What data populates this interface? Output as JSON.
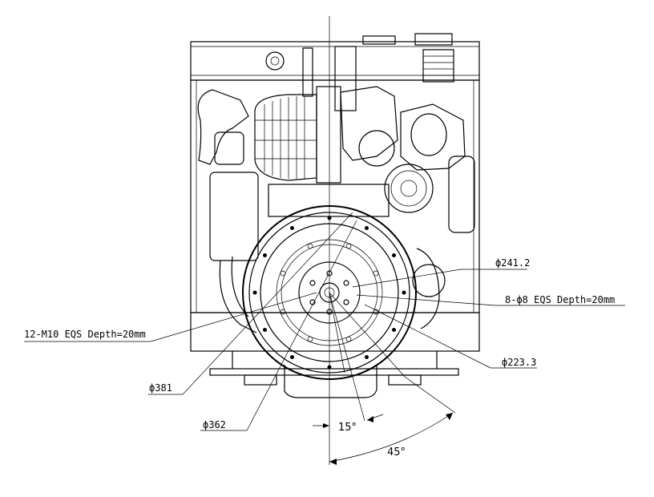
{
  "labels": {
    "d241": "ф241.2",
    "holes8": "8-ф8 EQS Depth=20mm",
    "holes12": "12-M10 EQS Depth=20mm",
    "d223": "ф223.3",
    "d381": "ф381",
    "d362": "ф362",
    "angle15": "15°",
    "angle45": "45°"
  }
}
